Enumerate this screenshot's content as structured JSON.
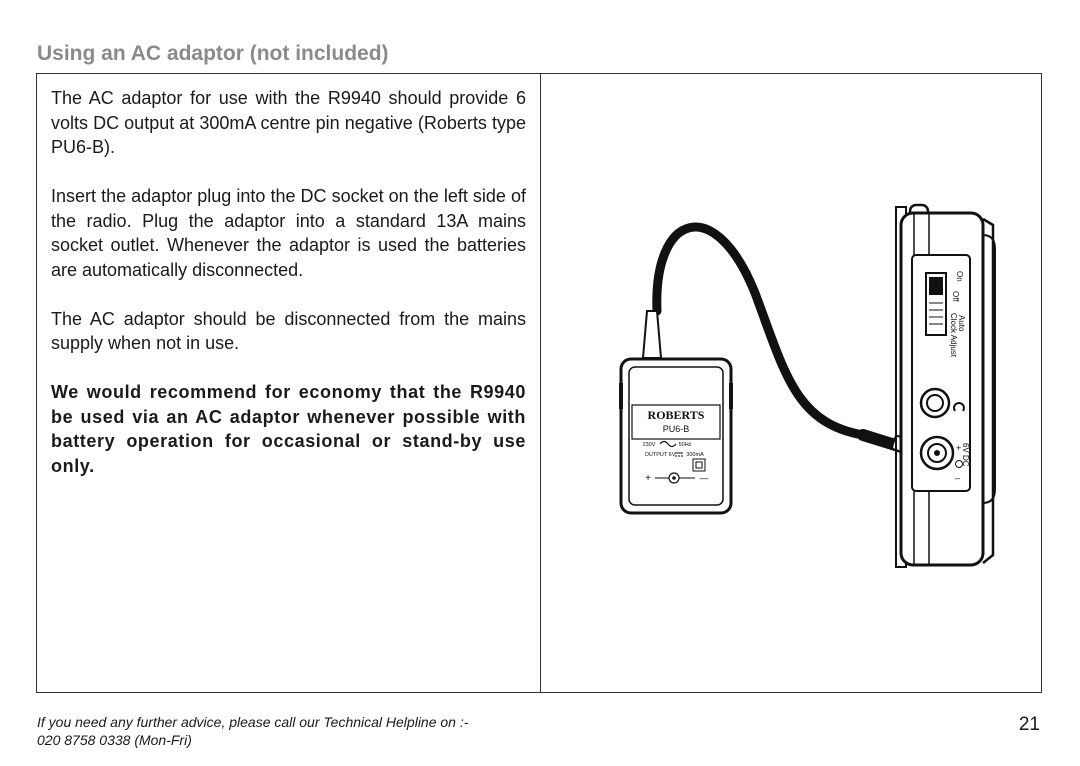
{
  "page": {
    "title": "Using an AC adaptor (not included)",
    "page_number": "21"
  },
  "content": {
    "paragraphs": [
      "The AC adaptor for use with the R9940 should provide 6 volts DC output at 300mA centre pin negative (Roberts type PU6-B).",
      "Insert the adaptor plug into the DC socket on the left side of the radio. Plug the adaptor into a standard 13A mains socket outlet. Whenever the adaptor is used the batteries are automatically disconnected.",
      "The AC adaptor should be disconnected from the mains supply when not in use."
    ],
    "recommendation": "We would recommend for economy that the R9940 be used via an AC adaptor whenever possible with battery operation for occasional or stand-by use only."
  },
  "illustration": {
    "adaptor_brand": "ROBERTS",
    "adaptor_model": "PU6-B",
    "input_voltage": "230V",
    "input_frequency": "50Hz",
    "output_label": "OUTPUT 6V",
    "output_current": "300mA",
    "plus_sign": "+",
    "minus_sign": "—",
    "radio_on": "On",
    "radio_off": "Off",
    "radio_clock_adjust": "Clock Adjust",
    "radio_auto": "Auto",
    "radio_dc_label": "6V DC",
    "radio_plus": "+",
    "radio_minus": "–"
  },
  "footer": {
    "helpline_line1": "If you need any further advice, please call our Technical Helpline on :-",
    "helpline_line2": "020 8758 0338 (Mon-Fri)"
  }
}
